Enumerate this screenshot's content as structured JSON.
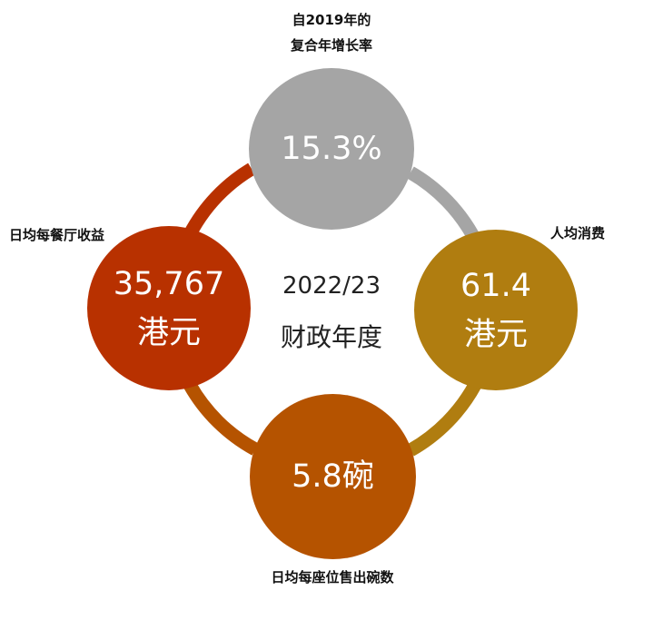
{
  "colors": {
    "grey": "#a5a5a5",
    "red": "#b83100",
    "gold": "#b07d10",
    "orange": "#b55300",
    "text_dark": "#222222"
  },
  "center": {
    "year": "2022/23",
    "period": "财政年度"
  },
  "nodes": {
    "top": {
      "value": "15.3%",
      "label_line1": "自2019年的",
      "label_line2": "复合年增长率"
    },
    "left": {
      "value": "35,767",
      "unit": "港元",
      "label": "日均每餐厅收益"
    },
    "right": {
      "value": "61.4",
      "unit": "港元",
      "label": "人均消费"
    },
    "bottom": {
      "value": "5.8碗",
      "label": "日均每座位售出碗数"
    }
  }
}
